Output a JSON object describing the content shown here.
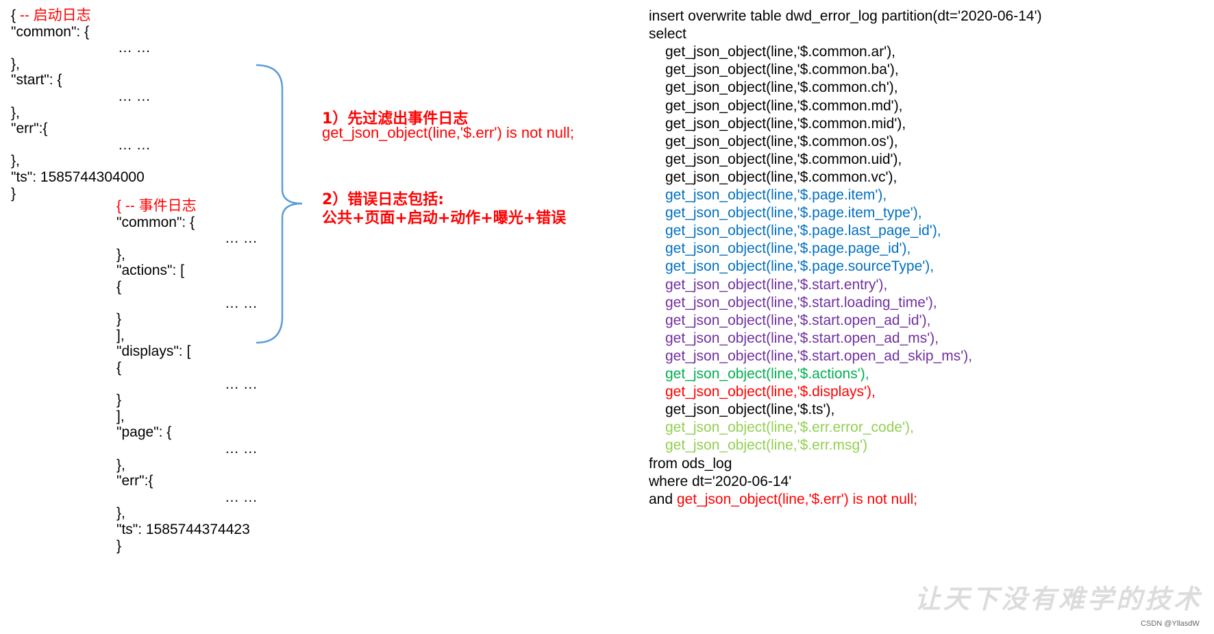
{
  "colors": {
    "red": "#ff0000",
    "blue": "#0070c0",
    "purple": "#7030a0",
    "green": "#00b050",
    "light_green": "#92d050",
    "brace": "#5b9bd5",
    "black": "#000000"
  },
  "startup_log": [
    {
      "text": "{",
      "indent": 0,
      "color": "black",
      "suffix": " -- 启动日志",
      "suffix_color": "red"
    },
    {
      "text": "\"common\": {",
      "indent": 0
    },
    {
      "text": "… …",
      "indent": 2
    },
    {
      "text": "},",
      "indent": 0
    },
    {
      "text": "\"start\": {",
      "indent": 0
    },
    {
      "text": "… …",
      "indent": 2
    },
    {
      "text": "},",
      "indent": 0
    },
    {
      "text": "\"err\":{",
      "indent": 0
    },
    {
      "text": "… …",
      "indent": 2
    },
    {
      "text": "},",
      "indent": 0
    },
    {
      "text": "\"ts\": 1585744304000",
      "indent": 0
    },
    {
      "text": "}",
      "indent": 0
    }
  ],
  "event_log": [
    {
      "text": "{ -- 事件日志",
      "indent": 0,
      "color": "red"
    },
    {
      "text": "\"common\": {",
      "indent": 0
    },
    {
      "text": "… …",
      "indent": 2
    },
    {
      "text": "},",
      "indent": 0
    },
    {
      "text": "\"actions\": [",
      "indent": 0
    },
    {
      "text": "{",
      "indent": 0
    },
    {
      "text": "… …",
      "indent": 2
    },
    {
      "text": "}",
      "indent": 0
    },
    {
      "text": "],",
      "indent": 0
    },
    {
      "text": "\"displays\": [",
      "indent": 0
    },
    {
      "text": "{",
      "indent": 0
    },
    {
      "text": "… …",
      "indent": 2
    },
    {
      "text": "}",
      "indent": 0
    },
    {
      "text": "],",
      "indent": 0
    },
    {
      "text": "\"page\": {",
      "indent": 0
    },
    {
      "text": "… …",
      "indent": 2
    },
    {
      "text": "},",
      "indent": 0
    },
    {
      "text": "\"err\":{",
      "indent": 0
    },
    {
      "text": "… …",
      "indent": 2
    },
    {
      "text": "},",
      "indent": 0
    },
    {
      "text": "\"ts\": 1585744374423",
      "indent": 0
    },
    {
      "text": "}",
      "indent": 0
    }
  ],
  "notes": {
    "step1_title": "1）先过滤出事件日志",
    "step1_code": "get_json_object(line,'$.err') is not null;",
    "step2_title": "2）错误日志包括:",
    "step2_detail": "公共+页面+启动+动作+曝光+错误"
  },
  "sql": [
    {
      "text": "insert overwrite table dwd_error_log partition(dt='2020-06-14')",
      "indent": 0,
      "color": "black"
    },
    {
      "text": "select",
      "indent": 0,
      "color": "black"
    },
    {
      "text": "get_json_object(line,'$.common.ar'),",
      "indent": 1,
      "color": "black"
    },
    {
      "text": "get_json_object(line,'$.common.ba'),",
      "indent": 1,
      "color": "black"
    },
    {
      "text": "get_json_object(line,'$.common.ch'),",
      "indent": 1,
      "color": "black"
    },
    {
      "text": "get_json_object(line,'$.common.md'),",
      "indent": 1,
      "color": "black"
    },
    {
      "text": "get_json_object(line,'$.common.mid'),",
      "indent": 1,
      "color": "black"
    },
    {
      "text": "get_json_object(line,'$.common.os'),",
      "indent": 1,
      "color": "black"
    },
    {
      "text": "get_json_object(line,'$.common.uid'),",
      "indent": 1,
      "color": "black"
    },
    {
      "text": "get_json_object(line,'$.common.vc'),",
      "indent": 1,
      "color": "black"
    },
    {
      "text": "get_json_object(line,'$.page.item'),",
      "indent": 1,
      "color": "blue"
    },
    {
      "text": "get_json_object(line,'$.page.item_type'),",
      "indent": 1,
      "color": "blue"
    },
    {
      "text": "get_json_object(line,'$.page.last_page_id'),",
      "indent": 1,
      "color": "blue"
    },
    {
      "text": "get_json_object(line,'$.page.page_id'),",
      "indent": 1,
      "color": "blue"
    },
    {
      "text": "get_json_object(line,'$.page.sourceType'),",
      "indent": 1,
      "color": "blue"
    },
    {
      "text": "get_json_object(line,'$.start.entry'),",
      "indent": 1,
      "color": "purple"
    },
    {
      "text": "get_json_object(line,'$.start.loading_time'),",
      "indent": 1,
      "color": "purple"
    },
    {
      "text": "get_json_object(line,'$.start.open_ad_id'),",
      "indent": 1,
      "color": "purple"
    },
    {
      "text": "get_json_object(line,'$.start.open_ad_ms'),",
      "indent": 1,
      "color": "purple"
    },
    {
      "text": "get_json_object(line,'$.start.open_ad_skip_ms'),",
      "indent": 1,
      "color": "purple"
    },
    {
      "text": "get_json_object(line,'$.actions'),",
      "indent": 1,
      "color": "green"
    },
    {
      "text": "get_json_object(line,'$.displays'),",
      "indent": 1,
      "color": "red"
    },
    {
      "text": "get_json_object(line,'$.ts'),",
      "indent": 1,
      "color": "black"
    },
    {
      "text": "get_json_object(line,'$.err.error_code'),",
      "indent": 1,
      "color": "light_green"
    },
    {
      "text": "get_json_object(line,'$.err.msg')",
      "indent": 1,
      "color": "light_green"
    },
    {
      "text": "from ods_log",
      "indent": 0,
      "color": "black"
    },
    {
      "text": "where dt='2020-06-14'",
      "indent": 0,
      "color": "black"
    },
    {
      "text": "and ",
      "indent": 0,
      "color": "black",
      "suffix": "get_json_object(line,'$.err') is not null;",
      "suffix_color": "red"
    }
  ],
  "watermark": "让天下没有难学的技术",
  "footer": "CSDN @YllasdW"
}
